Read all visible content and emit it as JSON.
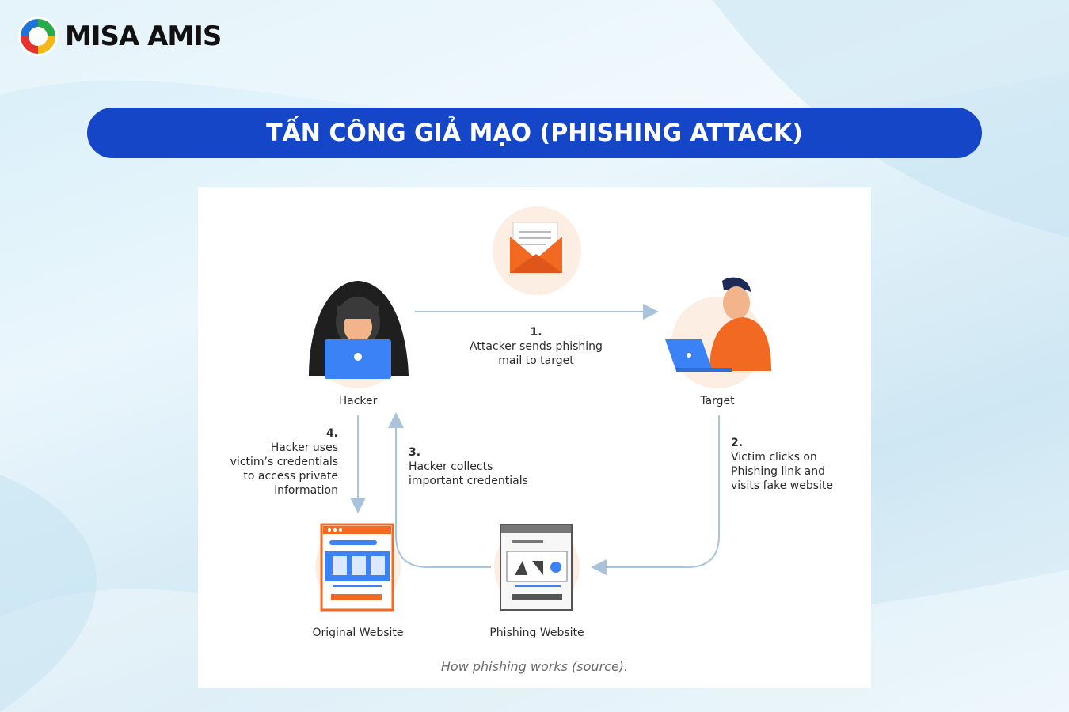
{
  "brand": {
    "name": "MISA AMIS"
  },
  "banner": {
    "title": "TẤN CÔNG GIẢ MẠO (PHISHING ATTACK)"
  },
  "diagram": {
    "nodes": {
      "hacker": "Hacker",
      "target": "Target",
      "original_website": "Original Website",
      "phishing_website": "Phishing Website"
    },
    "steps": [
      {
        "num": "1.",
        "lines": [
          "Attacker sends phishing",
          "mail to target"
        ]
      },
      {
        "num": "2.",
        "lines": [
          "Victim clicks on",
          "Phishing link and",
          "visits fake website"
        ]
      },
      {
        "num": "3.",
        "lines": [
          "Hacker collects",
          "important credentials"
        ]
      },
      {
        "num": "4.",
        "lines": [
          "Hacker uses",
          "victim’s credentials",
          "to access private",
          "information"
        ]
      }
    ],
    "caption": {
      "prefix": "How phishing works (",
      "link": "source",
      "suffix": ")."
    }
  },
  "colors": {
    "banner": "#1546c8",
    "accent_orange": "#f26a21",
    "laptop_blue": "#3b82f6",
    "arrow": "#a9c3dc"
  }
}
